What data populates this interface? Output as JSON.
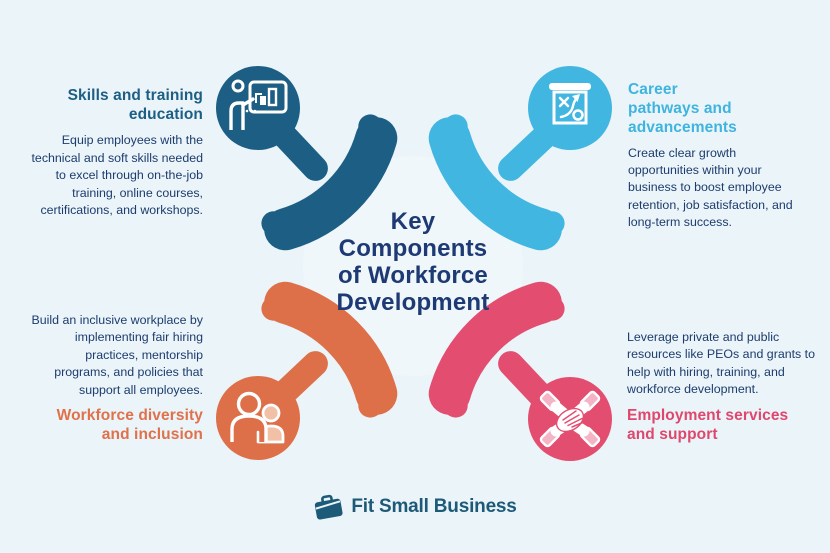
{
  "background_color": "#eaf4f9",
  "center_title": {
    "lines": [
      "Key",
      "Components",
      "of Workforce",
      "Development"
    ],
    "color": "#1e3a74"
  },
  "quadrants": [
    {
      "name": "skills-and-training-education",
      "position": "top-left",
      "accent_color": "#1d5e85",
      "icon": "presentation-chart-icon",
      "title_lines": [
        "Skills and training",
        "education"
      ],
      "description": "Equip employees with the technical and soft skills needed to excel through on‑the‑job training, online courses, certifications, and workshops."
    },
    {
      "name": "career-pathways-and-advancements",
      "position": "top-right",
      "accent_color": "#3fb4de",
      "icon": "strategy-board-icon",
      "title_lines": [
        "Career",
        "pathways and",
        "advancements"
      ],
      "description": "Create clear growth opportunities within your business to boost employee retention, job satisfaction, and long-term success."
    },
    {
      "name": "workforce-diversity-and-inclusion",
      "position": "bottom-left",
      "accent_color": "#dd7048",
      "icon": "two-people-icon",
      "title_lines": [
        "Workforce diversity",
        "and inclusion"
      ],
      "description": "Build an inclusive workplace by implementing fair hiring practices, mentorship programs, and policies that support all employees."
    },
    {
      "name": "employment-services-and-support",
      "position": "bottom-right",
      "accent_color": "#e0476d",
      "icon": "stacked-hands-icon",
      "title_lines": [
        "Employment services",
        "and support"
      ],
      "description": "Leverage private and public resources like PEOs and grants to help with hiring, training, and workforce development."
    }
  ],
  "body_text_color": "#1d3c6e",
  "footer": {
    "logo_text": "Fit Small Business",
    "logo_color": "#1d5a78",
    "logo_icon": "briefcase-icon"
  }
}
